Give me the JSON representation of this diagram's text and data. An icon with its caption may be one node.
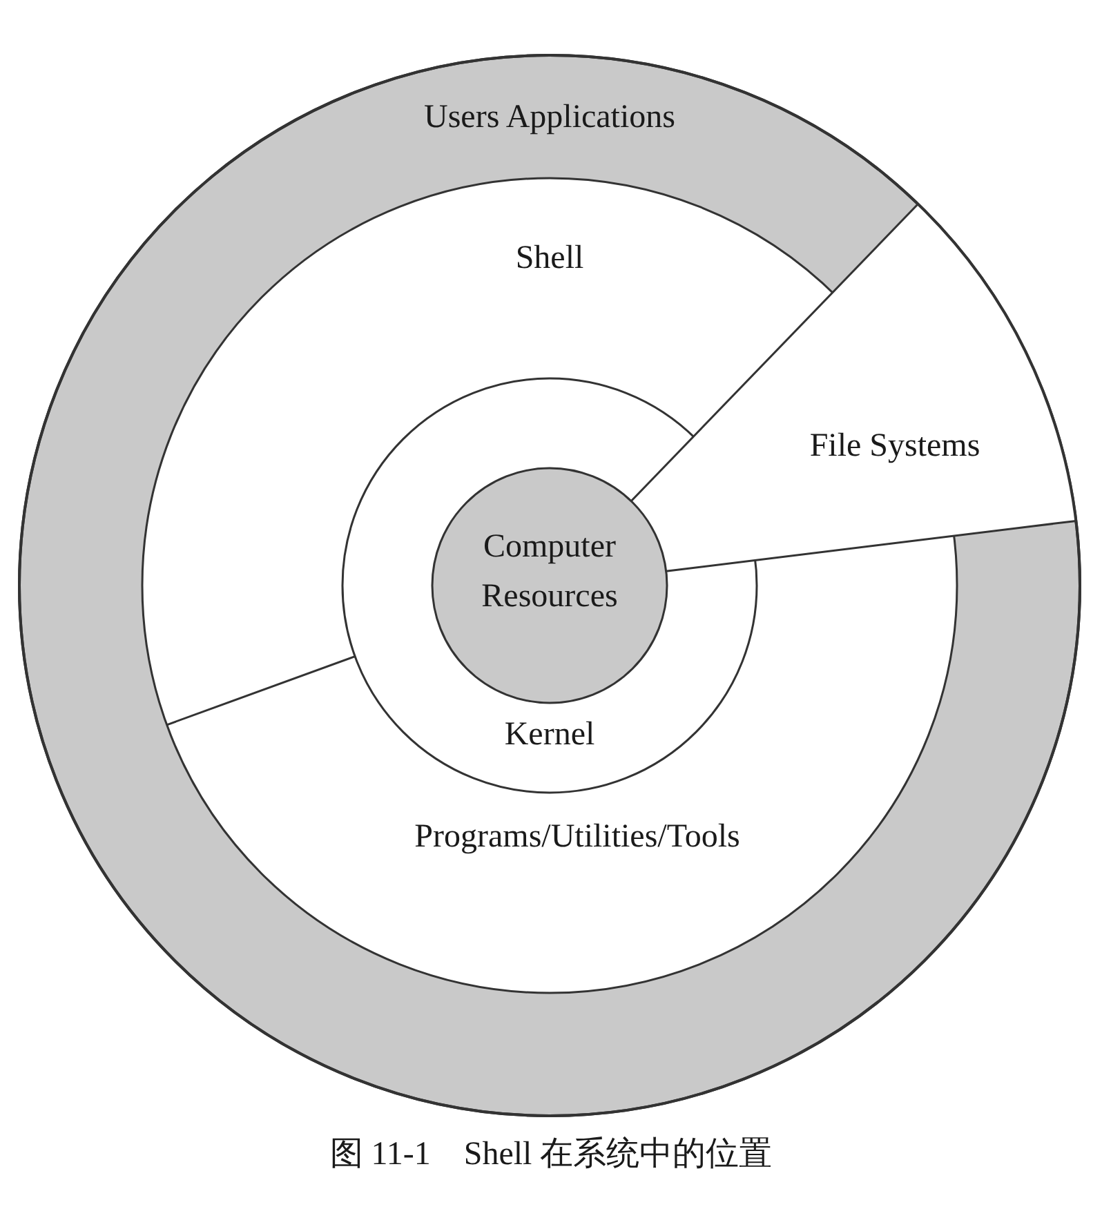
{
  "diagram": {
    "caption": "图 11-1　Shell 在系统中的位置",
    "nodes": [
      {
        "text": [
          "Users Applications"
        ]
      },
      {
        "text": [
          "Shell"
        ]
      },
      {
        "text": [
          "File Systems"
        ]
      },
      {
        "text": [
          "Computer Resources"
        ]
      },
      {
        "text": [
          "Kernel"
        ]
      },
      {
        "text": [
          "Programs/Utilities/Tools"
        ]
      }
    ],
    "edges": []
  }
}
